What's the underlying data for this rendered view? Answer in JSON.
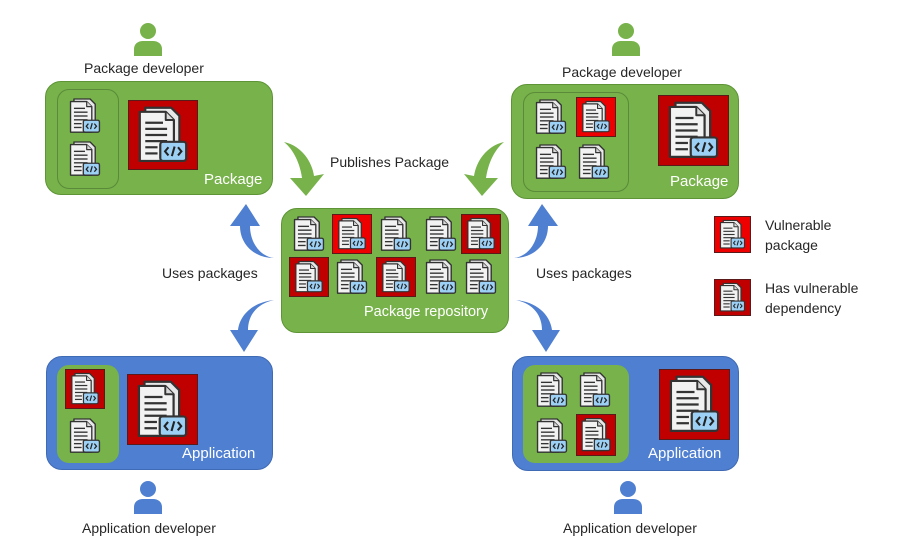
{
  "colors": {
    "package_green": "#77b24a",
    "application_blue": "#4f7fd0",
    "vulnerable_red": "#ee0000",
    "dependency_red": "#c00000",
    "doc_fill": "#f2f2f2",
    "code_badge": "#9dd0f5"
  },
  "top_left": {
    "developer_label": "Package developer",
    "box_title": "Package",
    "icon": "person-icon"
  },
  "top_right": {
    "developer_label": "Package developer",
    "box_title": "Package",
    "icon": "person-icon"
  },
  "repository": {
    "title": "Package repository",
    "packages": [
      {
        "row": 1,
        "status": "normal"
      },
      {
        "row": 1,
        "status": "vulnerable"
      },
      {
        "row": 1,
        "status": "normal"
      },
      {
        "row": 1,
        "status": "normal"
      },
      {
        "row": 1,
        "status": "has_vulnerable_dependency"
      },
      {
        "row": 2,
        "status": "has_vulnerable_dependency"
      },
      {
        "row": 2,
        "status": "normal"
      },
      {
        "row": 2,
        "status": "has_vulnerable_dependency"
      },
      {
        "row": 2,
        "status": "normal"
      },
      {
        "row": 2,
        "status": "normal"
      }
    ]
  },
  "bottom_left": {
    "developer_label": "Application developer",
    "box_title": "Application",
    "icon": "person-icon"
  },
  "bottom_right": {
    "developer_label": "Application developer",
    "box_title": "Application",
    "icon": "person-icon"
  },
  "arrows": {
    "publishes_label": "Publishes Package",
    "uses_left_label": "Uses packages",
    "uses_right_label": "Uses packages"
  },
  "legend": {
    "items": [
      {
        "label_line1": "Vulnerable",
        "label_line2": "package",
        "status": "vulnerable"
      },
      {
        "label_line1": "Has vulnerable",
        "label_line2": "dependency",
        "status": "has_vulnerable_dependency"
      }
    ]
  }
}
